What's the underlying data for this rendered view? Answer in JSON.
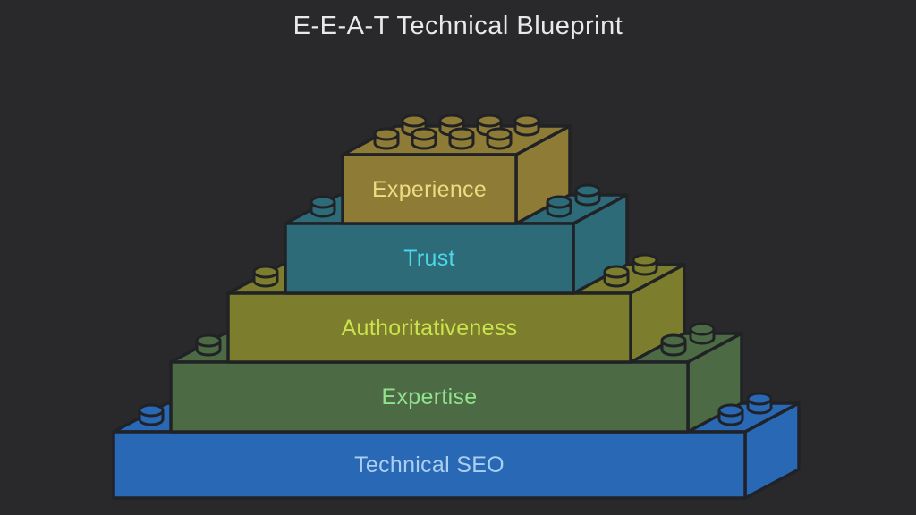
{
  "title": "E-E-A-T Technical Blueprint",
  "canvas": {
    "background": "#29292c",
    "outline_color": "#202226",
    "title_color": "#e9e9e9"
  },
  "pyramid": {
    "style": "lego-brick-stack",
    "order": "top-to-bottom",
    "levels": [
      {
        "label": "Experience",
        "fill": "#8e7b36",
        "label_color": "#eedc82"
      },
      {
        "label": "Trust",
        "fill": "#2e6b78",
        "label_color": "#4cd7ea"
      },
      {
        "label": "Authoritativeness",
        "fill": "#7c7e2d",
        "label_color": "#cbe34e"
      },
      {
        "label": "Expertise",
        "fill": "#4c6a43",
        "label_color": "#90e28e"
      },
      {
        "label": "Technical SEO",
        "fill": "#2968b4",
        "label_color": "#abcff2"
      }
    ]
  }
}
